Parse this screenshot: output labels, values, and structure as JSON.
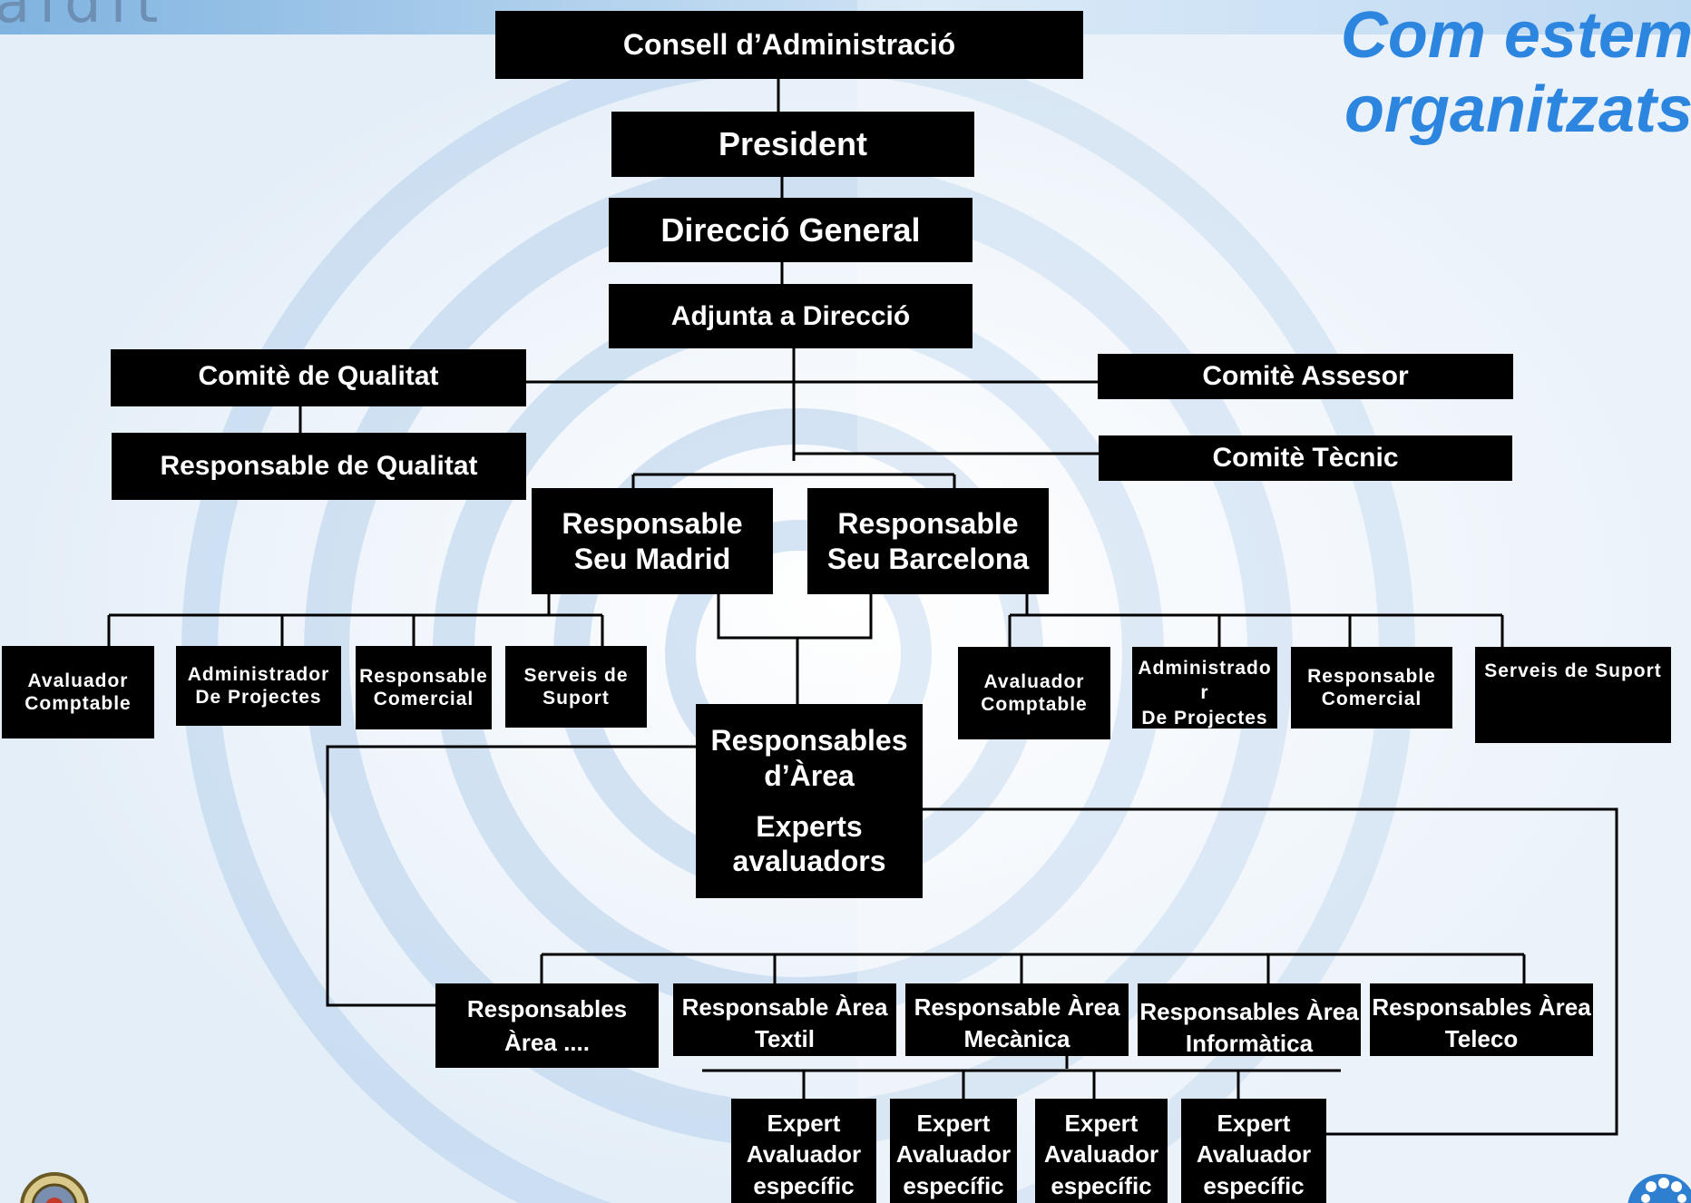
{
  "header": {
    "logo_text": "aidit",
    "heading_lines": [
      "Com estem",
      "organitzats"
    ]
  },
  "colors": {
    "box": "#000000",
    "heading": "#2c86e0",
    "background": "#f2f7fc"
  },
  "icons": {
    "bottom_left": "emblem-seal-icon",
    "bottom_right": "globe-icon"
  },
  "chart": {
    "consell": [
      "Consell d’Administració"
    ],
    "president": [
      "President"
    ],
    "direccio": [
      "Direcció General"
    ],
    "adjunta": [
      "Adjunta a Direcció"
    ],
    "comite_qualitat": [
      "Comitè de Qualitat"
    ],
    "resp_qualitat": [
      "Responsable de Qualitat"
    ],
    "comite_assesor": [
      "Comitè Assesor"
    ],
    "comite_tecnic": [
      "Comitè Tècnic"
    ],
    "resp_madrid": [
      "Responsable",
      "Seu Madrid"
    ],
    "resp_barcelona": [
      "Responsable",
      "Seu Barcelona"
    ],
    "mad_avaluador": [
      "Avaluador",
      "Comptable"
    ],
    "mad_admin": [
      "Administrador",
      "De Projectes"
    ],
    "mad_comercial": [
      "Responsable",
      "Comercial"
    ],
    "mad_serveis": [
      "Serveis de",
      "Suport"
    ],
    "bcn_avaluador": [
      "Avaluador",
      "Comptable"
    ],
    "bcn_admin": [
      "Administrado",
      "r",
      "De Projectes"
    ],
    "bcn_comercial": [
      "Responsable",
      "Comercial"
    ],
    "bcn_serveis": [
      "Serveis de Suport"
    ],
    "resp_area_main": [
      "Responsables",
      "d’Àrea"
    ],
    "experts_main": [
      "Experts",
      "avaluadors"
    ],
    "area_generic": [
      "Responsables",
      "Àrea ...."
    ],
    "area_textil": [
      "Responsable Àrea",
      "Textil"
    ],
    "area_mecanica": [
      "Responsable Àrea",
      "Mecànica"
    ],
    "area_informatica": [
      "Responsables Àrea",
      "Informàtica"
    ],
    "area_teleco": [
      "Responsables Àrea",
      "Teleco"
    ],
    "expert_1": [
      "Expert",
      "Avaluador",
      "específic"
    ],
    "expert_2": [
      "Expert",
      "Avaluador",
      "específic"
    ],
    "expert_3": [
      "Expert",
      "Avaluador",
      "específic"
    ],
    "expert_4": [
      "Expert",
      "Avaluador",
      "específic"
    ]
  }
}
